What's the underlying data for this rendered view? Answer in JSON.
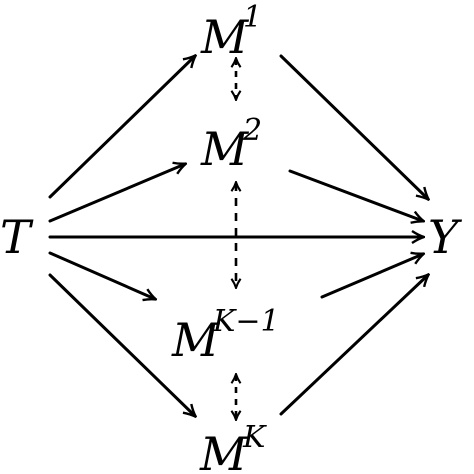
{
  "diagram": {
    "nodes": {
      "treatment": {
        "label": "T"
      },
      "outcome": {
        "label": "Y"
      },
      "mediator_1": {
        "label": "M",
        "sup": "1"
      },
      "mediator_2": {
        "label": "M",
        "sup": "2"
      },
      "mediator_k1": {
        "label": "M",
        "sup": "K−1"
      },
      "mediator_k": {
        "label": "M",
        "sup": "K"
      }
    },
    "edges": [
      {
        "from": "treatment",
        "to": "mediator_1",
        "style": "solid"
      },
      {
        "from": "treatment",
        "to": "mediator_2",
        "style": "solid"
      },
      {
        "from": "treatment",
        "to": "mediator_k1",
        "style": "solid"
      },
      {
        "from": "treatment",
        "to": "mediator_k",
        "style": "solid"
      },
      {
        "from": "treatment",
        "to": "outcome",
        "style": "solid"
      },
      {
        "from": "mediator_1",
        "to": "outcome",
        "style": "solid"
      },
      {
        "from": "mediator_2",
        "to": "outcome",
        "style": "solid"
      },
      {
        "from": "mediator_k1",
        "to": "outcome",
        "style": "solid"
      },
      {
        "from": "mediator_k",
        "to": "outcome",
        "style": "solid"
      },
      {
        "from": "mediator_1",
        "to": "mediator_2",
        "style": "dashed",
        "bidirectional": true
      },
      {
        "from": "mediator_2",
        "to": "mediator_k1",
        "style": "dashed",
        "bidirectional": true
      },
      {
        "from": "mediator_k1",
        "to": "mediator_k",
        "style": "dashed",
        "bidirectional": true
      }
    ],
    "colors": {
      "stroke": "#000000",
      "background": "#ffffff"
    }
  }
}
